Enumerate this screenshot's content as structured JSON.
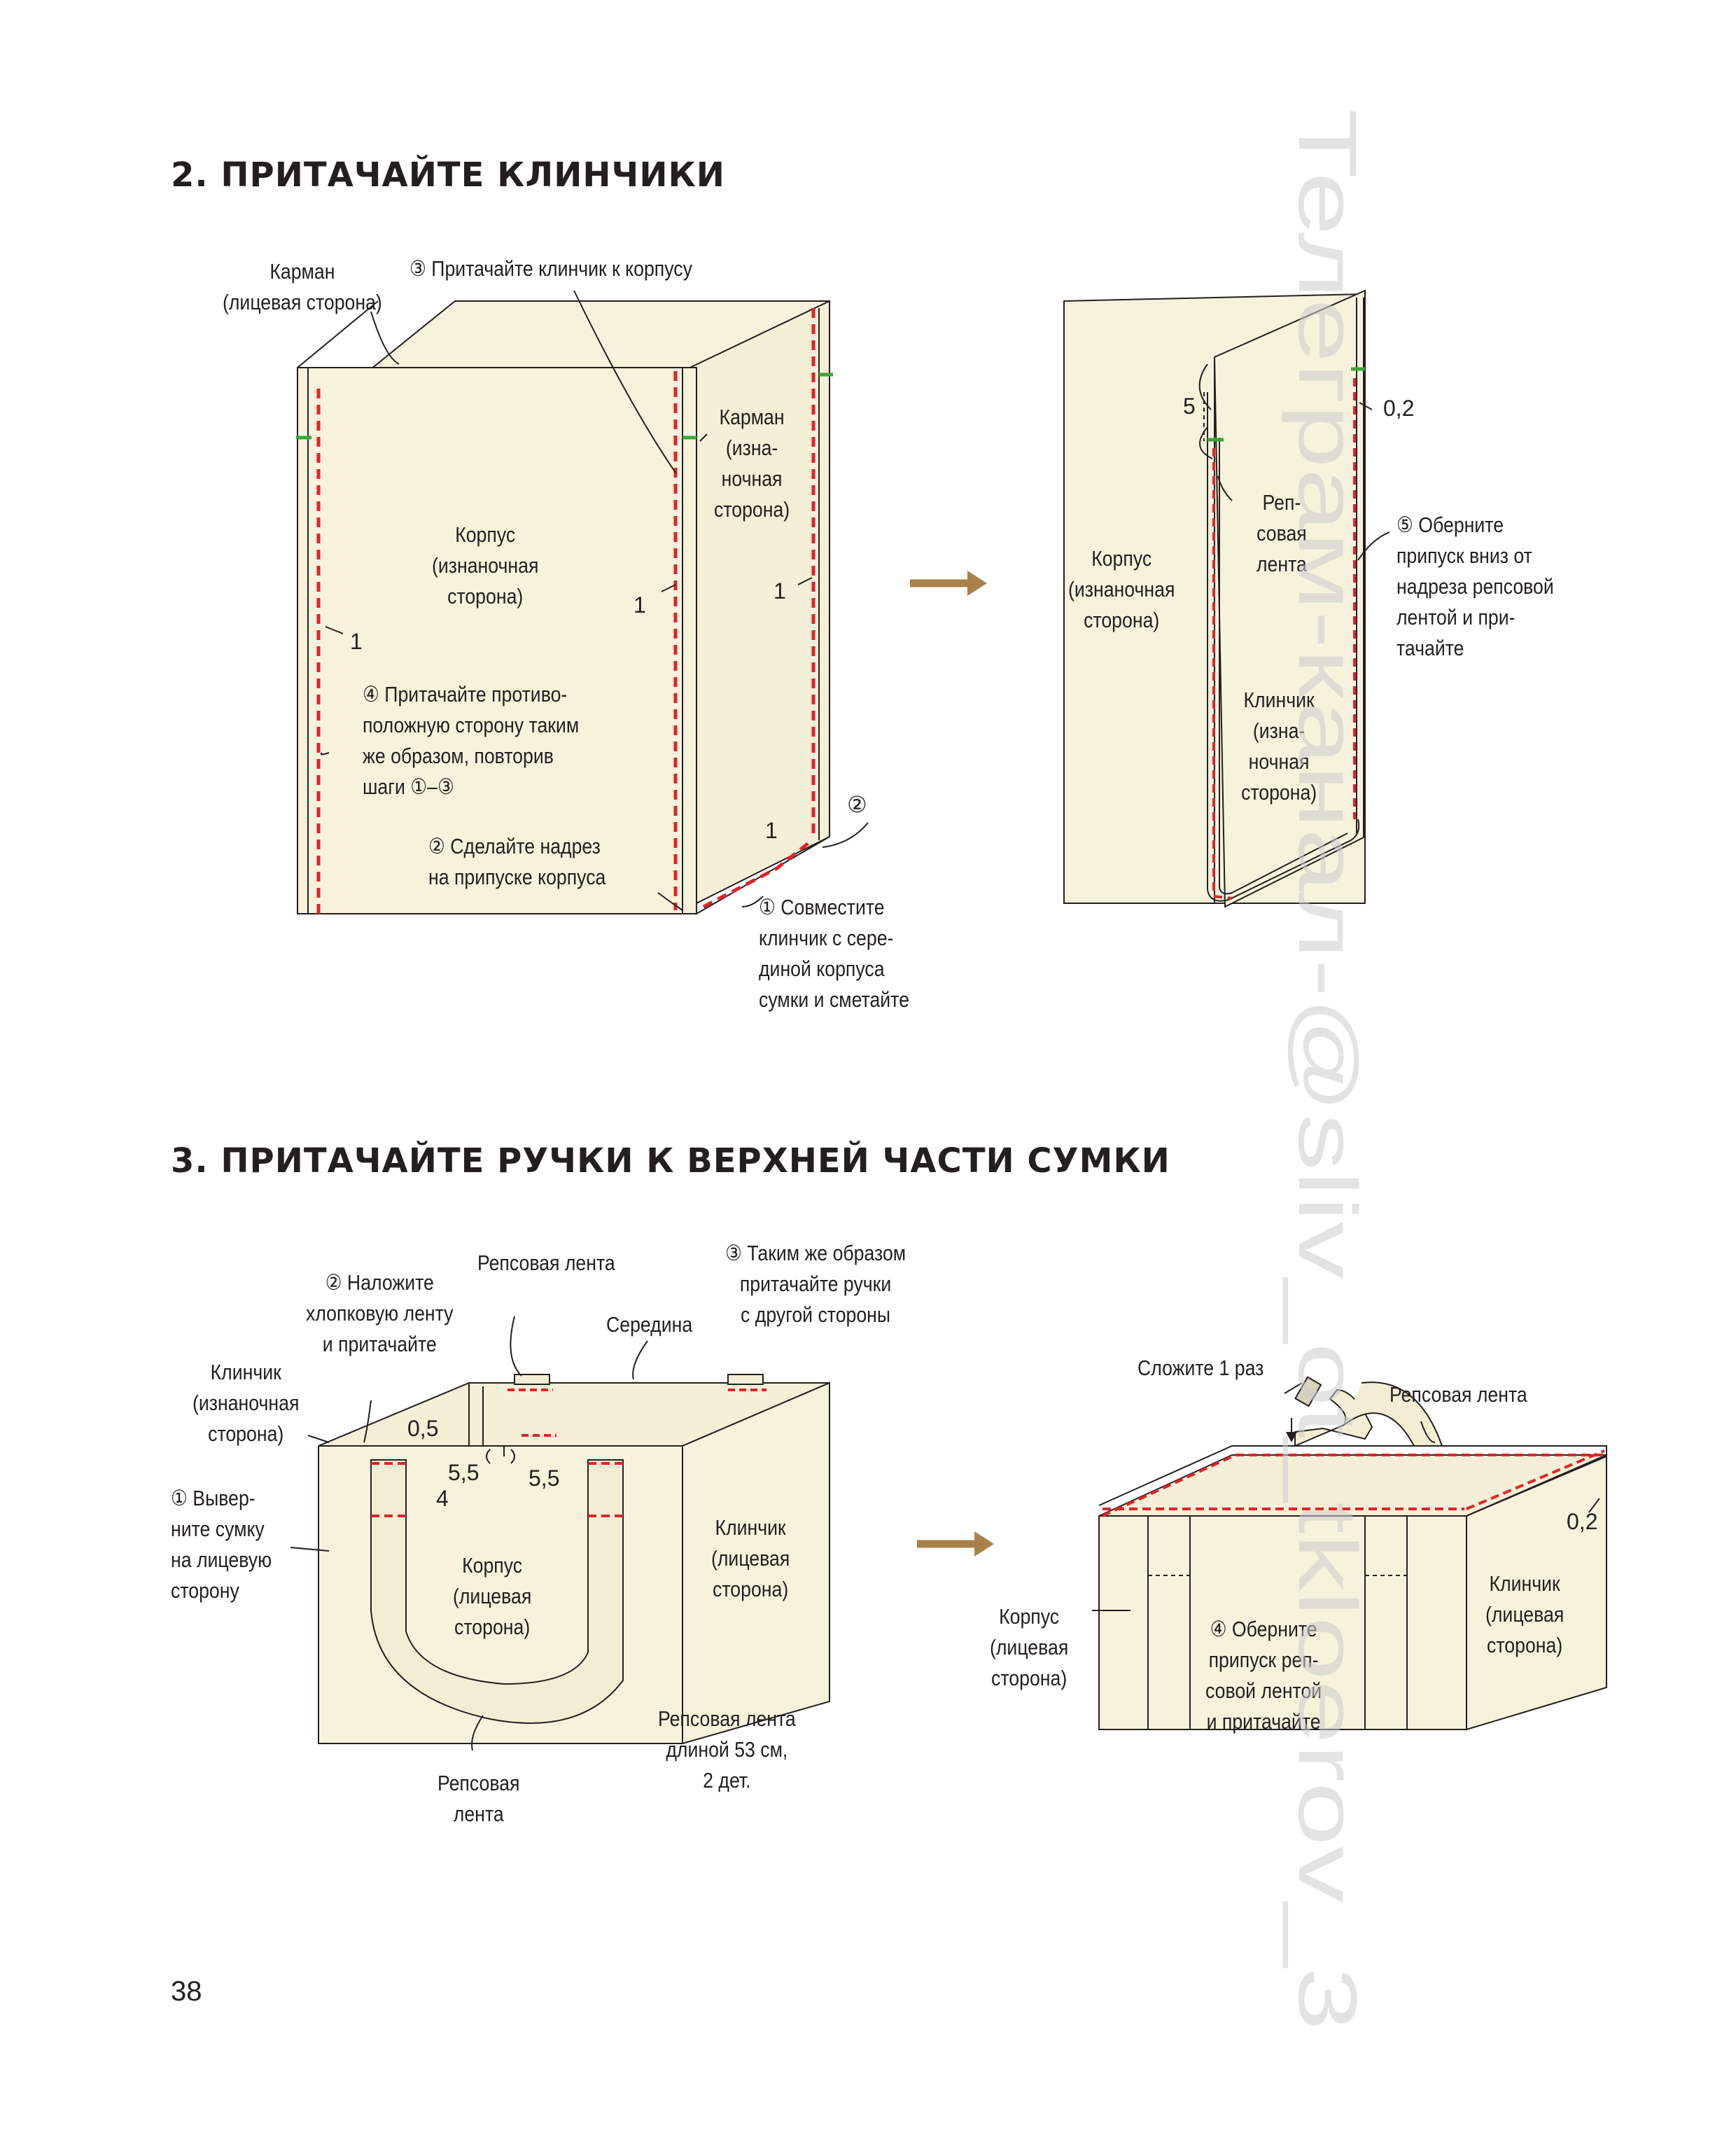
{
  "section2": {
    "title": "2. ПРИТАЧАЙТЕ КЛИНЧИКИ",
    "left": {
      "pocket_front": [
        "Карман",
        "(лицевая сторона)"
      ],
      "step3": "③ Притачайте клинчик к корпусу",
      "pocket_wrong": [
        "Карман",
        "(изна-",
        "ночная",
        "сторона)"
      ],
      "body": [
        "Корпус",
        "(изнаночная",
        "сторона)"
      ],
      "step4": [
        "④ Притачайте противо-",
        "положную сторону таким",
        "же образом, повторив",
        "шаги ①–③"
      ],
      "step2": [
        "② Сделайте надрез",
        "на припуске корпуса"
      ],
      "step1": [
        "① Совместите",
        "клинчик с сере-",
        "диной корпуса",
        "сумки и сметайте"
      ],
      "mark_1": "1",
      "mark_2": "②"
    },
    "right": {
      "body": [
        "Корпус",
        "(изнаночная",
        "сторона)"
      ],
      "tape": [
        "Реп-",
        "совая",
        "лента"
      ],
      "gusset": [
        "Клинчик",
        "(изна-",
        "ночная",
        "сторона)"
      ],
      "step5": [
        "⑤ Оберните",
        "припуск вниз от",
        "надреза репсовой",
        "лентой и при-",
        "тачайте"
      ],
      "mark_5": "5",
      "mark_02": "0,2"
    }
  },
  "section3": {
    "title": "3. ПРИТАЧАЙТЕ РУЧКИ К ВЕРХНЕЙ ЧАСТИ СУМКИ",
    "left": {
      "step2": [
        "② Наложите",
        "хлопковую ленту",
        "и притачайте"
      ],
      "rep_tape_top": "Репсовая лента",
      "middle": "Середина",
      "step3": [
        "③ Таким же образом",
        "притачайте ручки",
        "с другой стороны"
      ],
      "gusset_wrong": [
        "Клинчик",
        "(изнаночная",
        "сторона)"
      ],
      "step1": [
        "① Вывер-",
        "ните сумку",
        "на лицевую",
        "сторону"
      ],
      "body": [
        "Корпус",
        "(лицевая",
        "сторона)"
      ],
      "gusset_front": [
        "Клинчик",
        "(лицевая",
        "сторона)"
      ],
      "rep_tape_len": [
        "Репсовая лента",
        "длиной 53 см,",
        "2 дет."
      ],
      "rep_tape_bottom": [
        "Репсовая",
        "лента"
      ],
      "m05": "0,5",
      "m55a": "5,5",
      "m55b": "5,5",
      "m4": "4"
    },
    "right": {
      "fold_once": "Сложите 1 раз",
      "rep_tape": "Репсовая лента",
      "body": [
        "Корпус",
        "(лицевая",
        "сторона)"
      ],
      "step4": [
        "④ Оберните",
        "припуск реп-",
        "совой лентой",
        "и притачайте"
      ],
      "gusset": [
        "Клинчик",
        "(лицевая",
        "сторона)"
      ],
      "m02": "0,2"
    }
  },
  "page_number": "38",
  "watermark": "Телеграм-канал-@sliv_ot_tkloerov_3",
  "colors": {
    "fabric": "#f7f2dc",
    "stitch": "#e0242a",
    "arrow": "#a8824a",
    "mark": "#3aa635",
    "line": "#231f20"
  }
}
